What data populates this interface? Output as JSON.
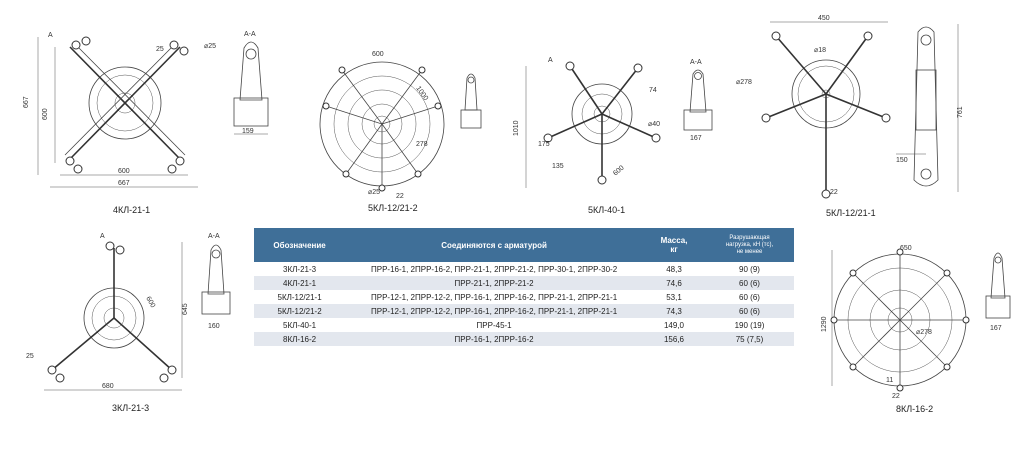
{
  "drawings": {
    "d4kl": {
      "caption": "4КЛ-21-1",
      "dims": {
        "top_dia": "⌀25",
        "top_gap": "25",
        "left_outer": "667",
        "left_inner": "600",
        "bottom_inner": "600",
        "bottom_outer": "667",
        "section_mark": "A"
      }
    },
    "sec_4kl": {
      "title": "A-A",
      "width": "159"
    },
    "d5kl_a": {
      "caption": "5КЛ-12/21-2",
      "dims": {
        "top": "600",
        "radius": "1000",
        "d278": "278",
        "d22": "22",
        "d25": "⌀25"
      }
    },
    "sec_5kl_a": {
      "title": "A-A"
    },
    "d5kl40": {
      "caption": "5КЛ-40-1",
      "dims": {
        "left": "1010",
        "d175": "175",
        "d135": "135",
        "d600": "600",
        "d40": "⌀40",
        "d74": "74",
        "section_mark": "A"
      }
    },
    "sec_5kl40": {
      "title": "A-A",
      "width": "167"
    },
    "d5kl_b": {
      "caption": "5КЛ-12/21-1",
      "dims": {
        "top": "450",
        "d18": "⌀18",
        "d278": "⌀278",
        "d22": "22",
        "d150": "150",
        "right": "761"
      }
    },
    "d3kl": {
      "caption": "3КЛ-21-3",
      "dims": {
        "right": "645",
        "diag": "600",
        "d25": "25",
        "bottom": "680",
        "section_mark": "A"
      }
    },
    "sec_3kl": {
      "title": "A-A",
      "width": "160"
    },
    "d8kl": {
      "caption": "8КЛ-16-2",
      "dims": {
        "top": "650",
        "left": "1290",
        "d278": "⌀278",
        "d11": "11",
        "d22": "22"
      }
    },
    "sec_8kl": {
      "width": "167"
    }
  },
  "table": {
    "headers": {
      "designation": "Обозначение",
      "fittings": "Соединяются с арматурой",
      "mass": "Масса,",
      "mass_unit": "кг",
      "load_line1": "Разрушающая",
      "load_line2": "нагрузка, кН (тс),",
      "load_line3": "не менее"
    },
    "rows": [
      {
        "designation": "3КЛ-21-3",
        "fittings": "ПРР-16-1, 2ПРР-16-2, ПРР-21-1, 2ПРР-21-2, ПРР-30-1, 2ПРР-30-2",
        "mass": "48,3",
        "load": "90 (9)"
      },
      {
        "designation": "4КЛ-21-1",
        "fittings": "ПРР-21-1, 2ПРР-21-2",
        "mass": "74,6",
        "load": "60 (6)"
      },
      {
        "designation": "5КЛ-12/21-1",
        "fittings": "ПРР-12-1, 2ПРР-12-2, ПРР-16-1, 2ПРР-16-2, ПРР-21-1, 2ПРР-21-1",
        "mass": "53,1",
        "load": "60 (6)"
      },
      {
        "designation": "5КЛ-12/21-2",
        "fittings": "ПРР-12-1, 2ПРР-12-2, ПРР-16-1, 2ПРР-16-2, ПРР-21-1, 2ПРР-21-1",
        "mass": "74,3",
        "load": "60 (6)"
      },
      {
        "designation": "5КЛ-40-1",
        "fittings": "ПРР-45-1",
        "mass": "149,0",
        "load": "190 (19)"
      },
      {
        "designation": "8КЛ-16-2",
        "fittings": "ПРР-16-1, 2ПРР-16-2",
        "mass": "156,6",
        "load": "75 (7,5)"
      }
    ]
  }
}
